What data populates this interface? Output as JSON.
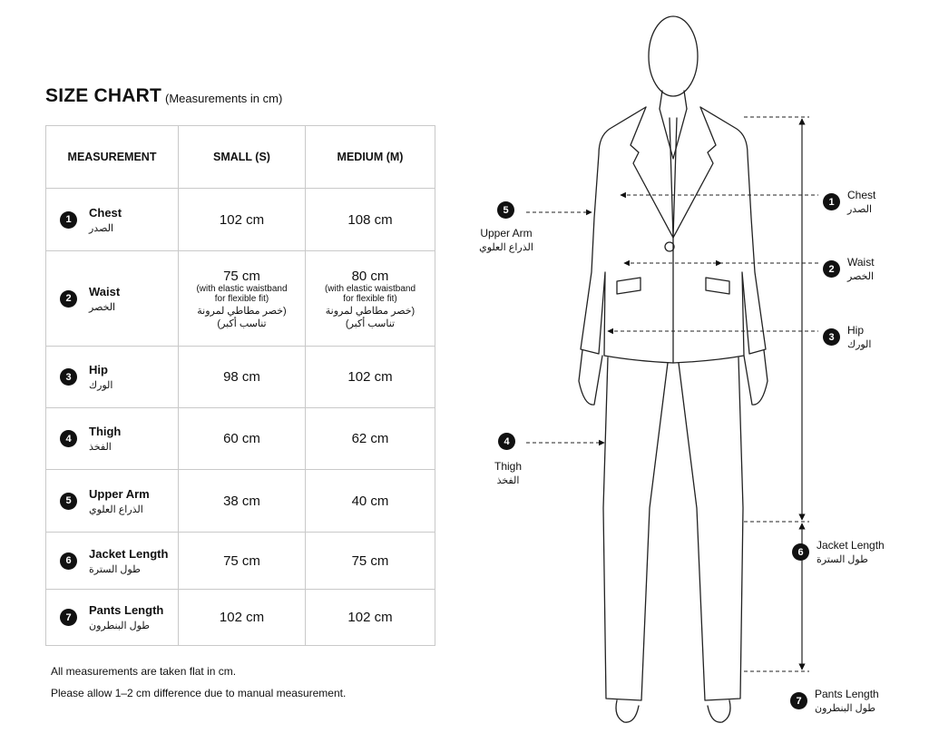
{
  "title": "SIZE CHART",
  "subtitle": "(Measurements in cm)",
  "table": {
    "headers": [
      "MEASUREMENT",
      "SMALL (S)",
      "MEDIUM (M)"
    ],
    "rows": [
      {
        "num": "1",
        "en": "Chest",
        "ar": "الصدر",
        "small": "102 cm",
        "medium": "108 cm"
      },
      {
        "num": "2",
        "en": "Waist",
        "ar": "الخصر",
        "small": "75 cm",
        "medium": "80 cm",
        "small_note": "(with elastic waistband",
        "small_note2": "for flexible fit)",
        "small_note_ar": "(خصر مطاطي لمرونة",
        "small_note_ar2": "تناسب أكبر)",
        "medium_note": "(with elastic waistband",
        "medium_note2": "for flexible fit)",
        "medium_note_ar": "(خصر مطاطي لمرونة",
        "medium_note_ar2": "تناسب أكبر)"
      },
      {
        "num": "3",
        "en": "Hip",
        "ar": "الورك",
        "small": "98 cm",
        "medium": "102 cm"
      },
      {
        "num": "4",
        "en": "Thigh",
        "ar": "الفخذ",
        "small": "60 cm",
        "medium": "62 cm"
      },
      {
        "num": "5",
        "en": "Upper Arm",
        "ar": "الذراع العلوي",
        "small": "38 cm",
        "medium": "40 cm"
      },
      {
        "num": "6",
        "en": "Jacket Length",
        "ar": "طول السترة",
        "small": "75 cm",
        "medium": "75 cm"
      },
      {
        "num": "7",
        "en": "Pants Length",
        "ar": "طول البنطرون",
        "small": "102 cm",
        "medium": "102 cm"
      }
    ]
  },
  "footnotes": [
    "All measurements are taken flat in cm.",
    "Please allow 1–2 cm difference due to manual measurement."
  ],
  "figure": {
    "callouts": {
      "chest": {
        "num": "1",
        "en": "Chest",
        "ar": "الصدر"
      },
      "waist": {
        "num": "2",
        "en": "Waist",
        "ar": "الخصر"
      },
      "hip": {
        "num": "3",
        "en": "Hip",
        "ar": "الورك"
      },
      "thigh": {
        "num": "4",
        "en": "Thigh",
        "ar": "الفخذ"
      },
      "upper_arm": {
        "num": "5",
        "en": "Upper Arm",
        "ar": "الذراع العلوي"
      },
      "jacket": {
        "num": "6",
        "en": "Jacket Length",
        "ar": "طول السترة"
      },
      "pants": {
        "num": "7",
        "en": "Pants Length",
        "ar": "طول البنطرون"
      }
    }
  }
}
